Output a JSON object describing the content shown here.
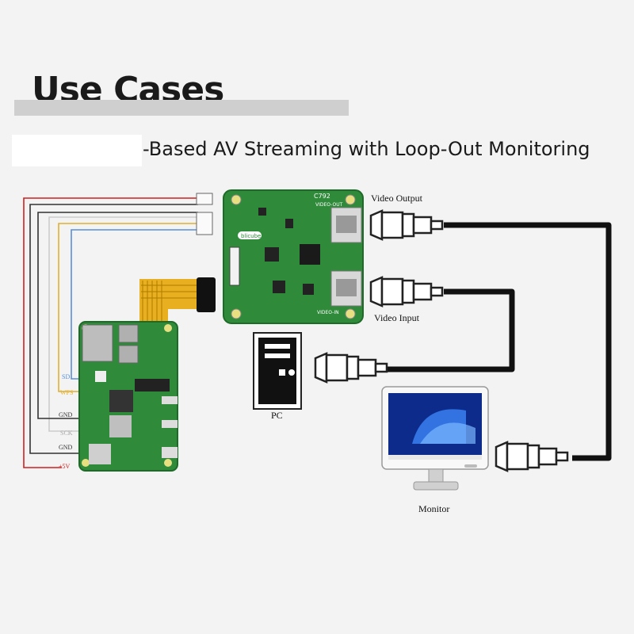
{
  "header": {
    "title": "Use Cases",
    "subtitle": "-Based AV Streaming with Loop-Out Monitoring"
  },
  "board": {
    "model": "C792",
    "port_top": "VIDEO-OUT",
    "port_bottom": "VIDEO-IN",
    "logo": "blicube"
  },
  "labels": {
    "video_output": "Video Output",
    "video_input": "Video Input",
    "pc": "PC",
    "monitor": "Monitor"
  },
  "pins": [
    {
      "label": "SD",
      "color": "#5a8fd8"
    },
    {
      "label": "WFS",
      "color": "#e0b030"
    },
    {
      "label": "GND",
      "color": "#333333"
    },
    {
      "label": "SCK",
      "color": "#aaaaaa"
    },
    {
      "label": "GND",
      "color": "#333333"
    },
    {
      "label": "+5V",
      "color": "#d02020"
    }
  ],
  "colors": {
    "pcb_green": "#2f8a3a",
    "ribbon": "#e8b020",
    "cable": "#111111"
  }
}
